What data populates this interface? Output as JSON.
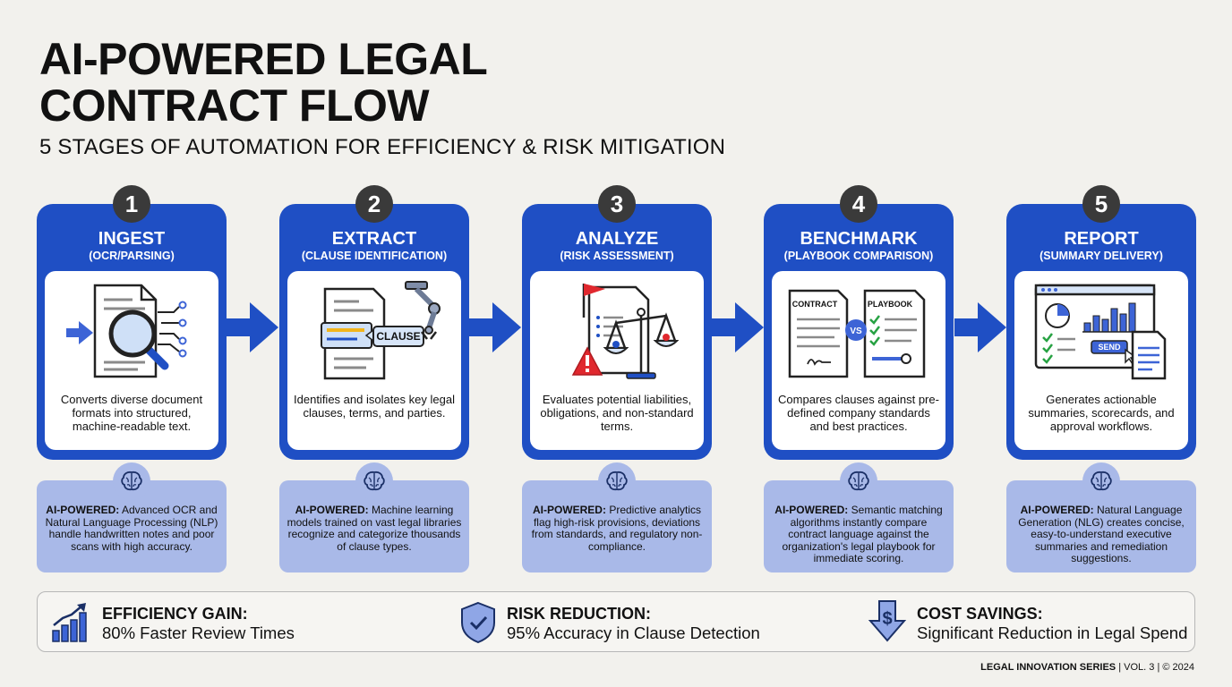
{
  "header": {
    "title_line1": "AI-POWERED LEGAL",
    "title_line2": "CONTRACT FLOW",
    "subtitle": "5 STAGES OF AUTOMATION FOR EFFICIENCY & RISK MITIGATION"
  },
  "stages": [
    {
      "number": "1",
      "title": "INGEST",
      "subtitle": "(OCR/PARSING)",
      "description": "Converts diverse document formats into structured, machine-readable text.",
      "ai_label": "AI-POWERED:",
      "ai_text": "Advanced OCR and Natural Language Processing (NLP) handle handwritten notes and poor scans with high accuracy."
    },
    {
      "number": "2",
      "title": "EXTRACT",
      "subtitle": "(CLAUSE IDENTIFICATION)",
      "description": "Identifies and isolates key legal clauses, terms, and parties.",
      "illus_label": "CLAUSE",
      "ai_label": "AI-POWERED:",
      "ai_text": "Machine learning models trained on vast legal libraries recognize and categorize thousands of clause types."
    },
    {
      "number": "3",
      "title": "ANALYZE",
      "subtitle": "(RISK ASSESSMENT)",
      "description": "Evaluates potential liabilities, obligations, and non-standard terms.",
      "ai_label": "AI-POWERED:",
      "ai_text": "Predictive analytics flag high-risk provisions, deviations from standards, and regulatory non-compliance."
    },
    {
      "number": "4",
      "title": "BENCHMARK",
      "subtitle": "(PLAYBOOK COMPARISON)",
      "description": "Compares clauses against pre-defined company standards and best practices.",
      "illus_contract": "CONTRACT",
      "illus_playbook": "PLAYBOOK",
      "illus_vs": "VS",
      "ai_label": "AI-POWERED:",
      "ai_text": "Semantic matching algorithms instantly compare contract language against the organization's legal playbook for immediate scoring."
    },
    {
      "number": "5",
      "title": "REPORT",
      "subtitle": "(SUMMARY DELIVERY)",
      "description": "Generates actionable summaries, scorecards, and approval workflows.",
      "illus_send": "SEND",
      "ai_label": "AI-POWERED:",
      "ai_text": "Natural Language Generation (NLG) creates concise, easy-to-understand executive summaries and remediation suggestions."
    }
  ],
  "metrics": [
    {
      "label": "EFFICIENCY GAIN:",
      "value": "80% Faster Review Times",
      "icon": "bar-chart-trend-icon"
    },
    {
      "label": "RISK REDUCTION:",
      "value": "95% Accuracy in Clause Detection",
      "icon": "shield-check-icon"
    },
    {
      "label": "COST SAVINGS:",
      "value": "Significant Reduction in Legal Spend",
      "icon": "dollar-down-arrow-icon"
    }
  ],
  "series_line": {
    "name": "LEGAL INNOVATION SERIES",
    "sep1": "|",
    "volume": "VOL. 3",
    "sep2": "|",
    "copyright": "© 2024"
  },
  "colors": {
    "primary_blue": "#1f4fc4",
    "light_blue": "#a9b9e8",
    "badge": "#3a3a3a",
    "alert_red": "#e0282e"
  }
}
